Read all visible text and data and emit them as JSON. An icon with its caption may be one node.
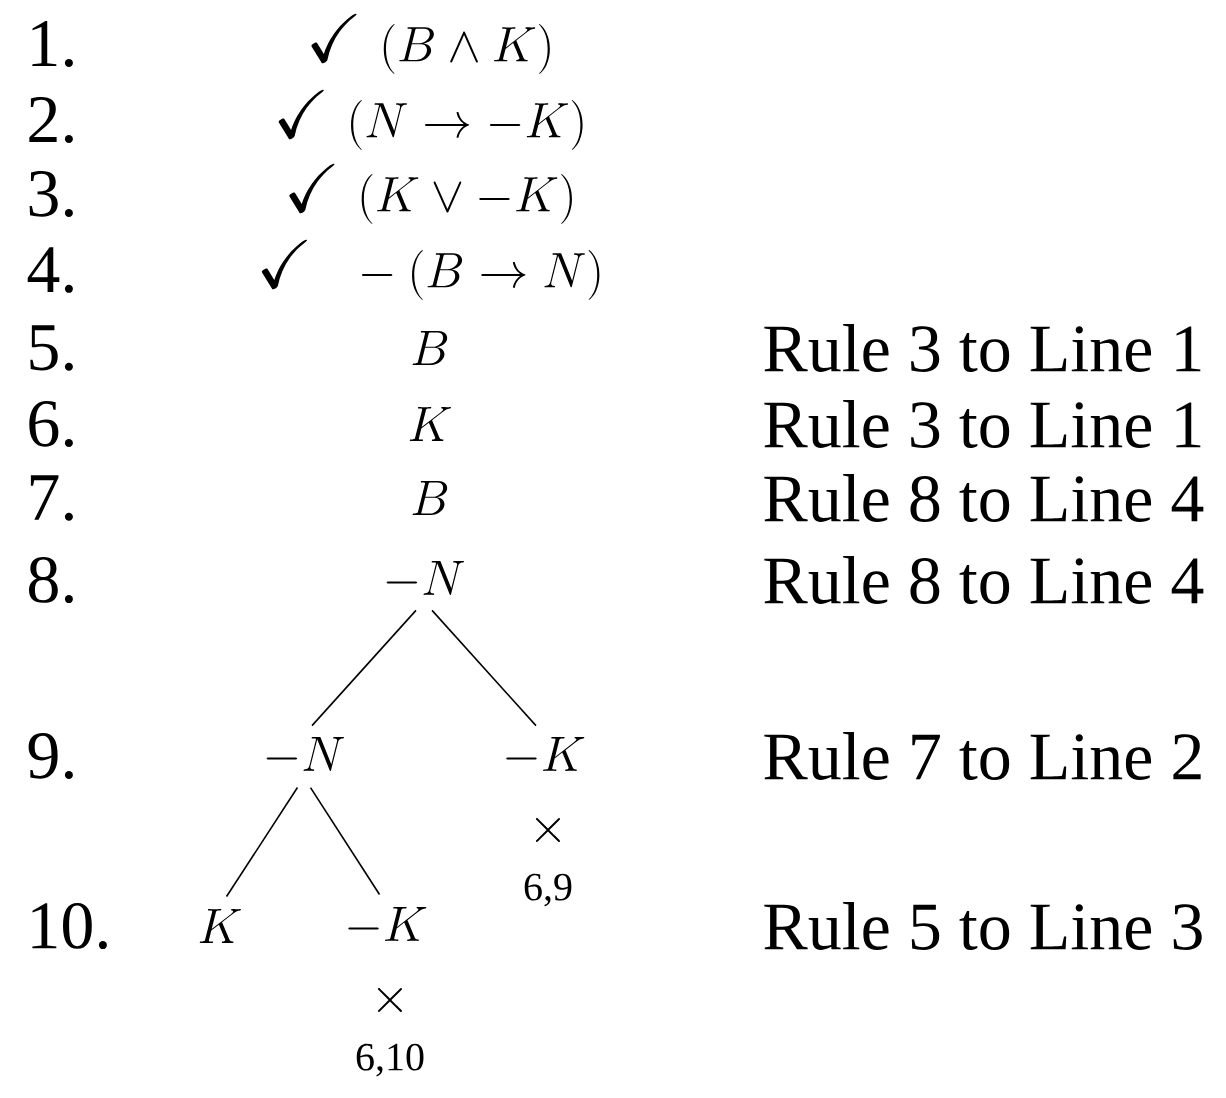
{
  "diagram": {
    "nodes": [
      {
        "text": [
          "-N"
        ]
      },
      {
        "text": [
          "-N"
        ]
      },
      {
        "text": [
          "-K"
        ],
        "beside": [
          "\\times",
          "6,9"
        ]
      },
      {
        "text": [
          "K"
        ]
      },
      {
        "text": [
          "-K"
        ],
        "beside": [
          "\\times",
          "6,10"
        ]
      }
    ],
    "edges": [
      {
        "from": 0,
        "to": 1,
        "arrow": "none"
      },
      {
        "from": 0,
        "to": 2,
        "arrow": "none"
      },
      {
        "from": 1,
        "to": 3,
        "arrow": "none"
      },
      {
        "from": 1,
        "to": 4,
        "arrow": "none"
      }
    ],
    "labels": [
      "1.",
      "\\checkmark\\ (B \\wedge K)",
      "2.",
      "\\checkmark\\ (N \\to -K)",
      "3.",
      "\\checkmark\\ (K \\vee -K)",
      "4.",
      "\\checkmark\\ \\ -(B \\to N)",
      "5.",
      "B",
      "Rule 3 to Line 1",
      "6.",
      "K",
      "Rule 3 to Line 1",
      "7.",
      "B",
      "Rule 8 to Line 4",
      "8.",
      "Rule 8 to Line 4",
      "9.",
      "Rule 7 to Line 2",
      "10.",
      "Rule 5 to Line 3"
    ]
  }
}
